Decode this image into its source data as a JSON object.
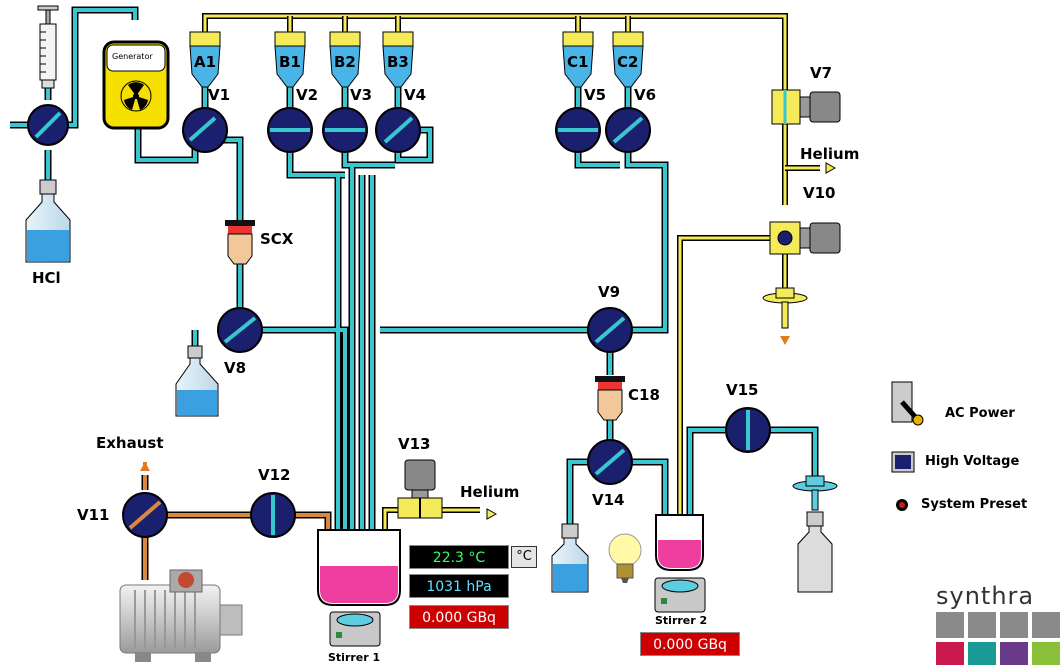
{
  "labels": {
    "a1": "A1",
    "b1": "B1",
    "b2": "B2",
    "b3": "B3",
    "c1": "C1",
    "c2": "C2",
    "generator": "Generator",
    "hcl": "HCl",
    "scx": "SCX",
    "c18": "C18",
    "exhaust": "Exhaust",
    "helium_top": "Helium",
    "helium_bottom": "Helium",
    "stirrer1": "Stirrer 1",
    "stirrer2": "Stirrer 2"
  },
  "valves": {
    "v1": "V1",
    "v2": "V2",
    "v3": "V3",
    "v4": "V4",
    "v5": "V5",
    "v6": "V6",
    "v7": "V7",
    "v8": "V8",
    "v9": "V9",
    "v10": "V10",
    "v11": "V11",
    "v12": "V12",
    "v13": "V13",
    "v14": "V14",
    "v15": "V15"
  },
  "readouts": {
    "temperature": "22.3 °C",
    "pressure": "1031 hPa",
    "activity1": "0.000 GBq",
    "activity2": "0.000 GBq",
    "unit_button": "°C"
  },
  "legend": {
    "ac_power": "AC Power",
    "high_voltage": "High Voltage",
    "system_preset": "System Preset"
  },
  "brand": "synthra",
  "colors": {
    "tube_cyan": "#39c6cf",
    "tube_yellow": "#f5eb5a",
    "tube_orange": "#d9893f",
    "valve_navy": "#1a1f6e",
    "liquid_blue": "#3aa0e0",
    "liquid_pink": "#ee3fa0",
    "temp_text": "#33ff66",
    "pressure_text": "#66ddff",
    "activity_text": "#ff3333",
    "activity_bg": "#cc0000"
  }
}
